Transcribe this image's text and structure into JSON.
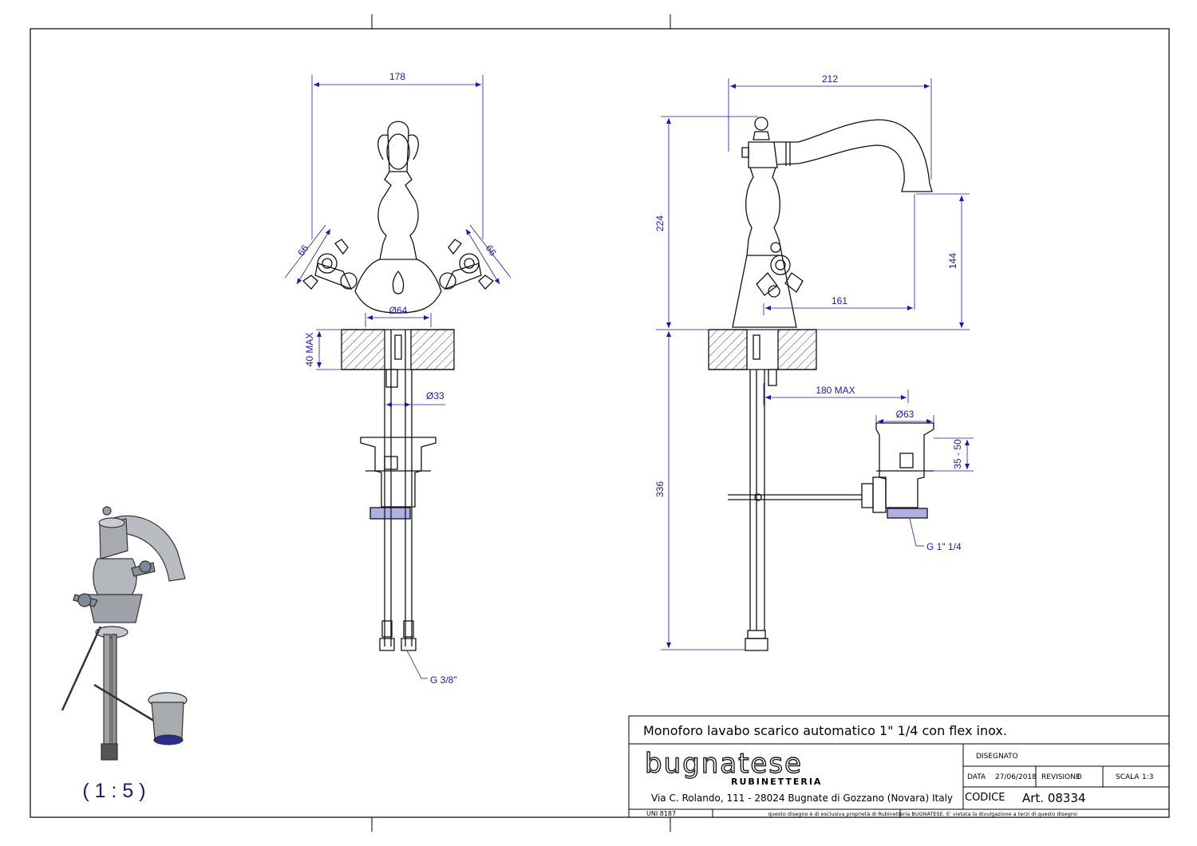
{
  "drawing": {
    "dimensions": {
      "front_width": "178",
      "handle_left": "66",
      "handle_right": "66",
      "base_diameter": "Ø64",
      "deck_thickness": "40 MAX",
      "shank_diameter": "Ø33",
      "supply_thread": "G 3/8\"",
      "side_reach": "212",
      "side_height": "224",
      "spout_height": "144",
      "lever_reach": "161",
      "drain_offset": "180 MAX",
      "drain_diameter": "Ø63",
      "drain_range": "35 - 50",
      "total_length": "336",
      "drain_thread": "G 1\" 1/4"
    },
    "scale_label": "( 1 : 5 )"
  },
  "title_block": {
    "description": "Monoforo lavabo scarico automatico 1\" 1/4 con flex inox.",
    "brand": "bugnatese",
    "brand_sub": "RUBINETTERIA",
    "address": "Via C. Rolando, 111 - 28024 Bugnate di Gozzano (Novara) Italy",
    "designed_label": "DISEGNATO",
    "date_label": "DATA",
    "date_value": "27/06/2018",
    "revision_label": "REVISIONE",
    "revision_value": "0",
    "scale_label": "SCALA",
    "scale_value": "1:3",
    "code_label": "CODICE",
    "code_value": "Art. 08334",
    "standard": "UNI 8187",
    "notice": "questo disegno è di esclusiva proprietà di Rubinetteria BUGNATESE. E' vietata la divulgazione a terzi di questo disegno"
  }
}
